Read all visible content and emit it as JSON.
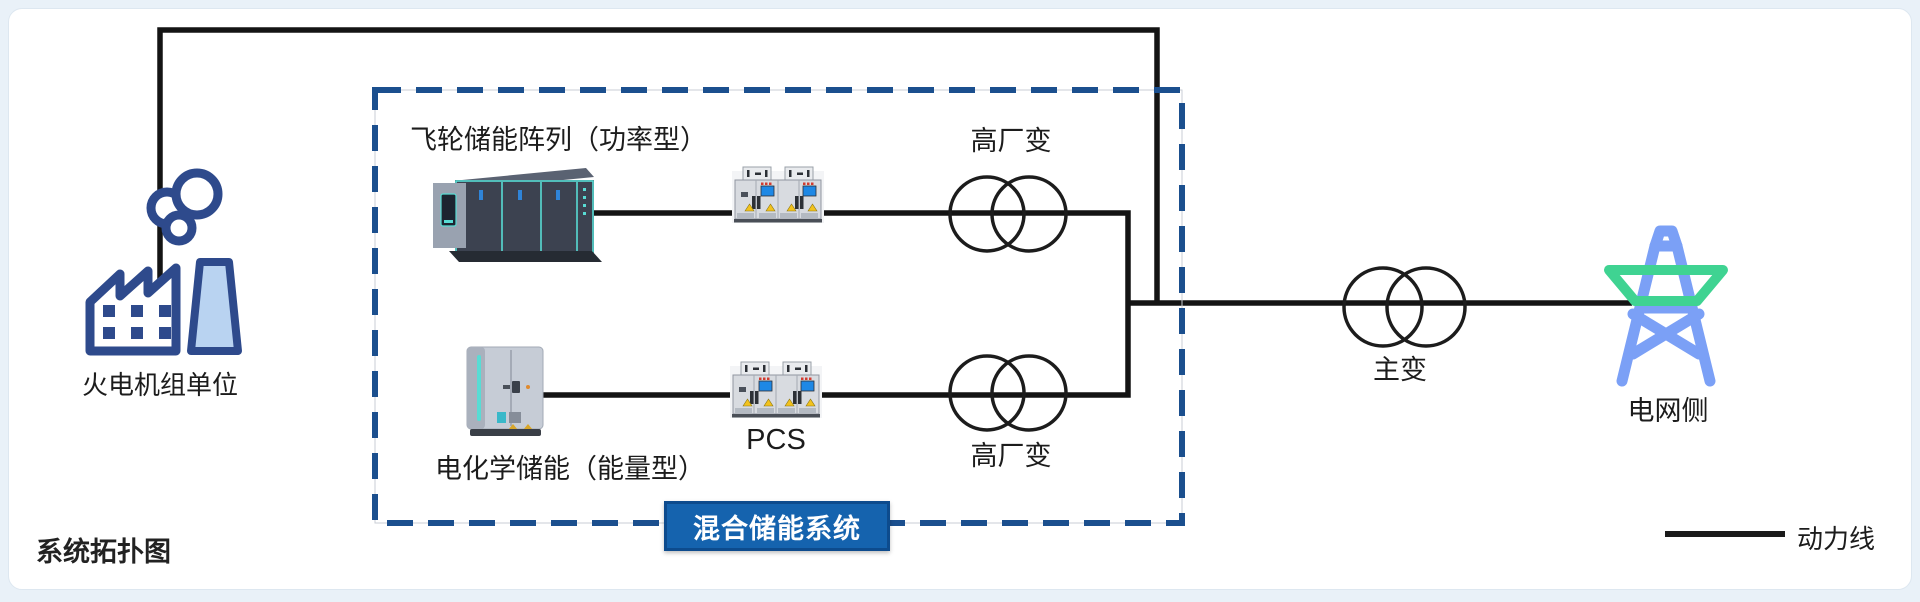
{
  "diagram": {
    "title": "系统拓扑图",
    "nodes": {
      "thermal_plant": {
        "label": "火电机组单位"
      },
      "flywheel_array": {
        "label": "飞轮储能阵列（功率型）"
      },
      "electrochemical_storage": {
        "label": "电化学储能（能量型）"
      },
      "pcs": {
        "label": "PCS"
      },
      "aux_transformer_top": {
        "label": "高厂变"
      },
      "aux_transformer_bottom": {
        "label": "高厂变"
      },
      "main_transformer": {
        "label": "主变"
      },
      "grid_side": {
        "label": "电网侧"
      }
    },
    "group_box": {
      "badge_label": "混合储能系统"
    },
    "legend": {
      "power_line_label": "动力线"
    },
    "colors": {
      "power_line": "#141414",
      "dashed_box": "#1b4f8e",
      "badge_bg": "#1563ae",
      "badge_border": "#0d4b8d",
      "factory_navy": "#2e4a8c",
      "factory_light_blue": "#b9d3f1",
      "tower_blue": "#7ba0f6",
      "tower_green": "#3fd392",
      "cabinet_teal": "#58dcd4"
    }
  }
}
